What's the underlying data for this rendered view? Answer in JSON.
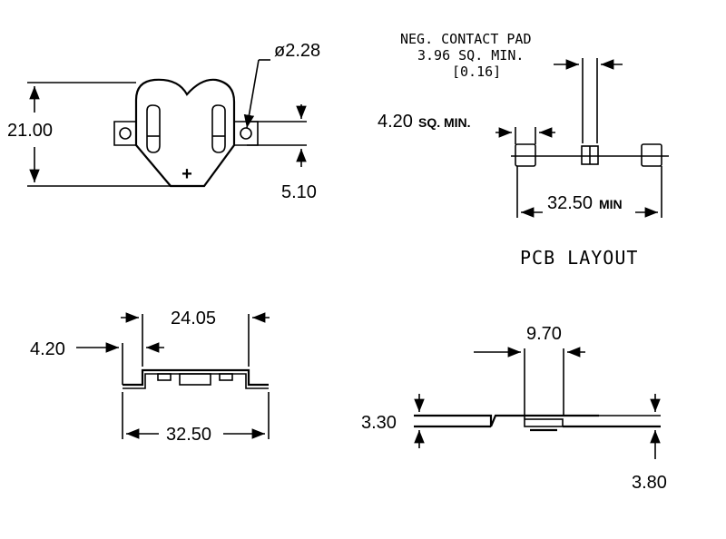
{
  "top_view": {
    "dim_height": "21.00",
    "dim_hole": "ø2.28",
    "dim_offset": "5.10",
    "polarity": "+"
  },
  "pcb_layout": {
    "title": "PCB LAYOUT",
    "neg_pad_line1": "NEG. CONTACT PAD",
    "neg_pad_line2": "3.96 SQ. MIN.",
    "neg_pad_line3": "[0.16]",
    "pad_size_value": "4.20",
    "pad_size_unit": "SQ. MIN.",
    "span_value": "32.50",
    "span_unit": "MIN"
  },
  "front_view": {
    "dim_inner": "24.05",
    "dim_lead": "4.20",
    "dim_overall": "32.50"
  },
  "side_view": {
    "dim_width": "9.70",
    "dim_thickness": "3.30",
    "dim_height": "3.80"
  }
}
